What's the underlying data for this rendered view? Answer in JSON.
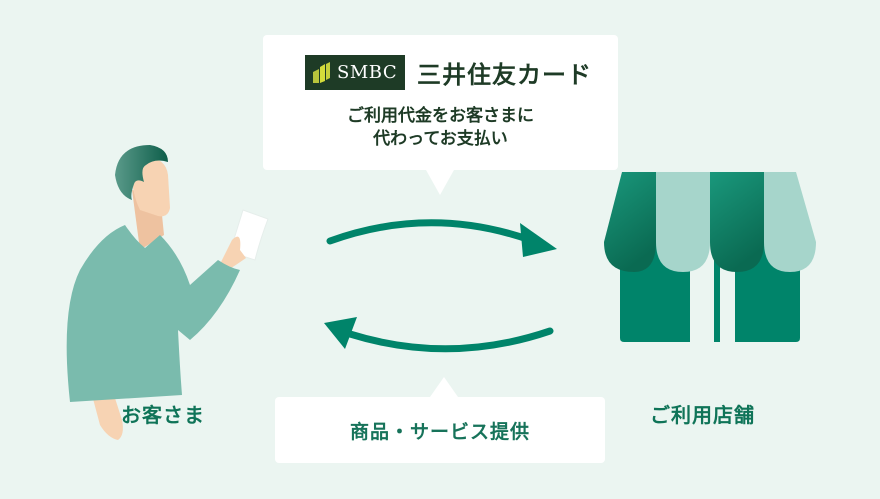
{
  "colors": {
    "background": "#ebf5f1",
    "accent": "#00846a",
    "brand_dark": "#1e3b26",
    "label_green": "#0f7458",
    "awning_light": "#a6d5cb",
    "shirt": "#7abbad",
    "skin": "#f7d3b3"
  },
  "provider": {
    "logo_mark": "SMBC",
    "brand_name": "三井住友カード",
    "message_line1": "ご利用代金をお客さまに",
    "message_line2": "代わってお支払い"
  },
  "customer": {
    "label": "お客さま",
    "icon": "person-holding-receipt-icon"
  },
  "merchant": {
    "label": "ご利用店舗",
    "icon": "storefront-icon"
  },
  "flows": {
    "payment_arrow": "customer-to-store-arrow",
    "goods_arrow": "store-to-customer-arrow",
    "goods_message": "商品・サービス提供"
  }
}
